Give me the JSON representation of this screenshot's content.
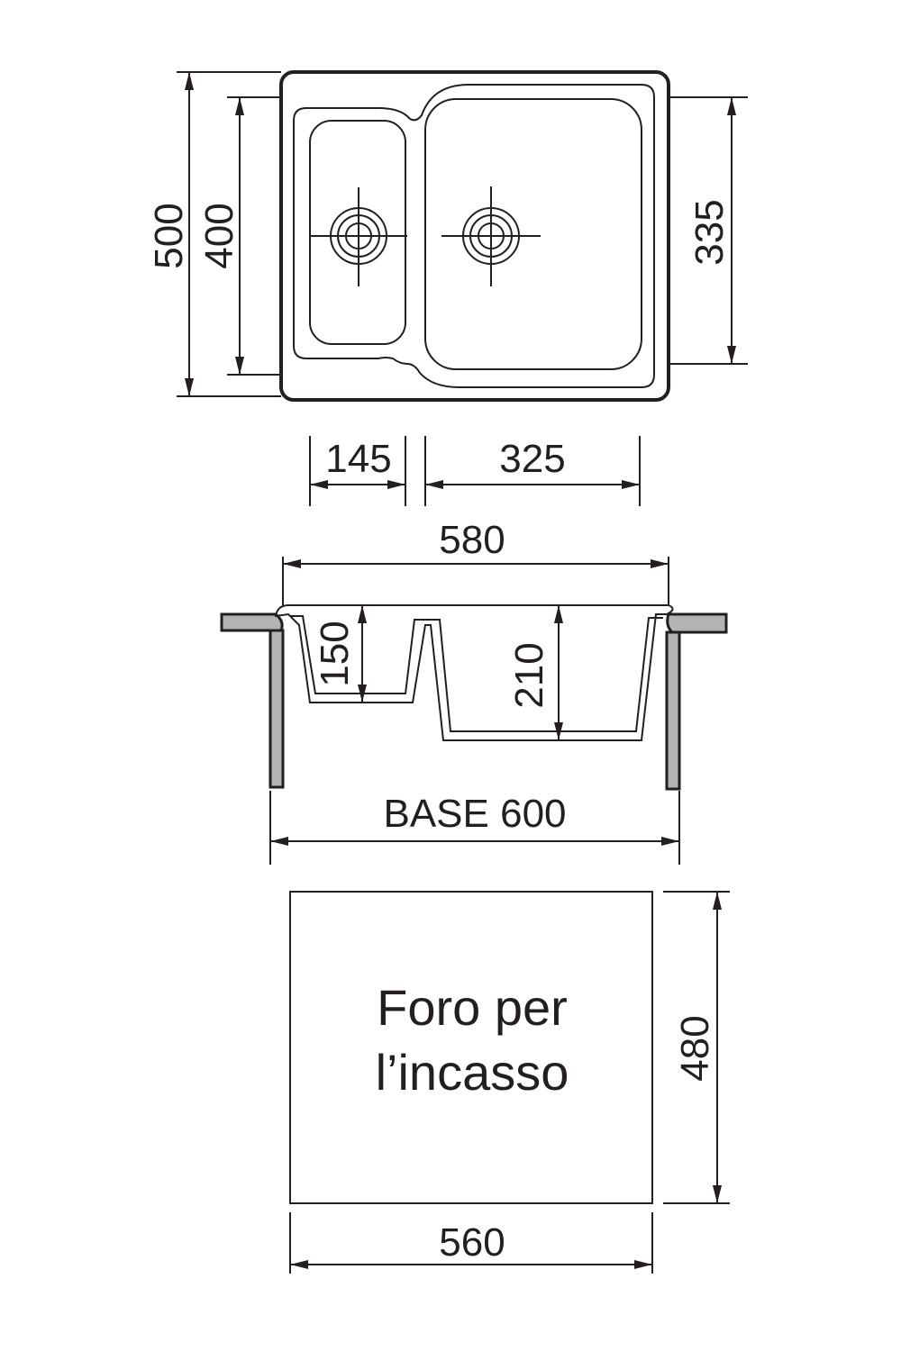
{
  "top_view": {
    "dim_overall_depth": "500",
    "dim_bowl_depth_small": "400",
    "dim_bowl_depth_large": "335",
    "dim_small_bowl_width": "145",
    "dim_large_bowl_width": "325"
  },
  "section_view": {
    "dim_top_width": "580",
    "dim_small_bowl_height": "150",
    "dim_large_bowl_height": "210",
    "dim_base": "BASE 600"
  },
  "cutout": {
    "label_line1": "Foro per",
    "label_line2": "l’incasso",
    "dim_height": "480",
    "dim_width": "560"
  },
  "colors": {
    "line": "#231f20",
    "countertop": "#b3b3b3"
  }
}
